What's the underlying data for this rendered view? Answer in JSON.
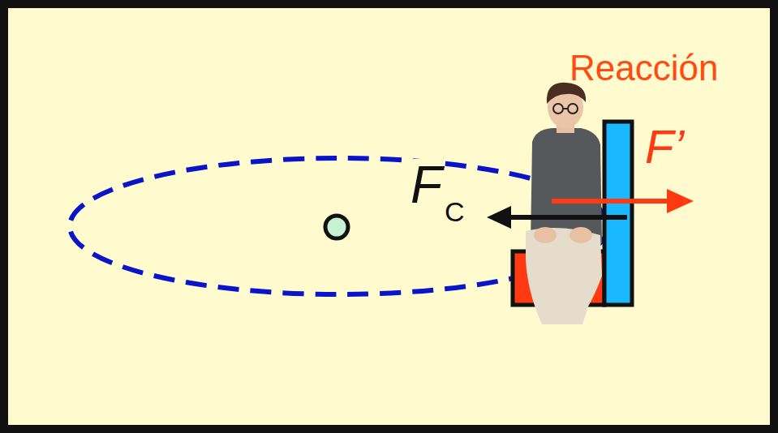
{
  "diagram": {
    "labels": [
      "Reacción",
      "F’",
      "F",
      "C"
    ]
  }
}
